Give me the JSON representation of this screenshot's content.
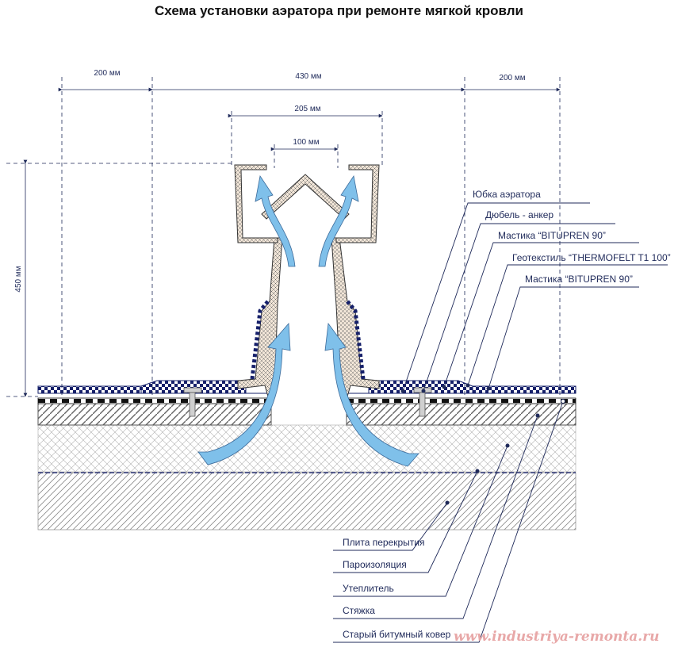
{
  "title": "Схема установки аэратора при ремонте мягкой кровли",
  "dimensions": {
    "left": "200 мм",
    "middle": "430 мм",
    "right": "200 мм",
    "cap_width": "205 мм",
    "cap_inner": "100 мм",
    "height": "450 мм"
  },
  "callouts_right": [
    "Юбка аэратора",
    "Дюбель - анкер",
    "Мастика “BITUPREN 90”",
    "Геотекстиль “THERMOFELT T1 100”",
    "Мастика “BITUPREN 90”"
  ],
  "callouts_bottom": [
    "Плита перекрытия",
    "Пароизоляция",
    "Утеплитель",
    "Стяжка",
    "Старый битумный ковер"
  ],
  "watermark": "www.industriya-remonta.ru",
  "colors": {
    "line": "#1f2a5a",
    "arrow": "#7fc0ea",
    "membrane": "#16206a"
  }
}
